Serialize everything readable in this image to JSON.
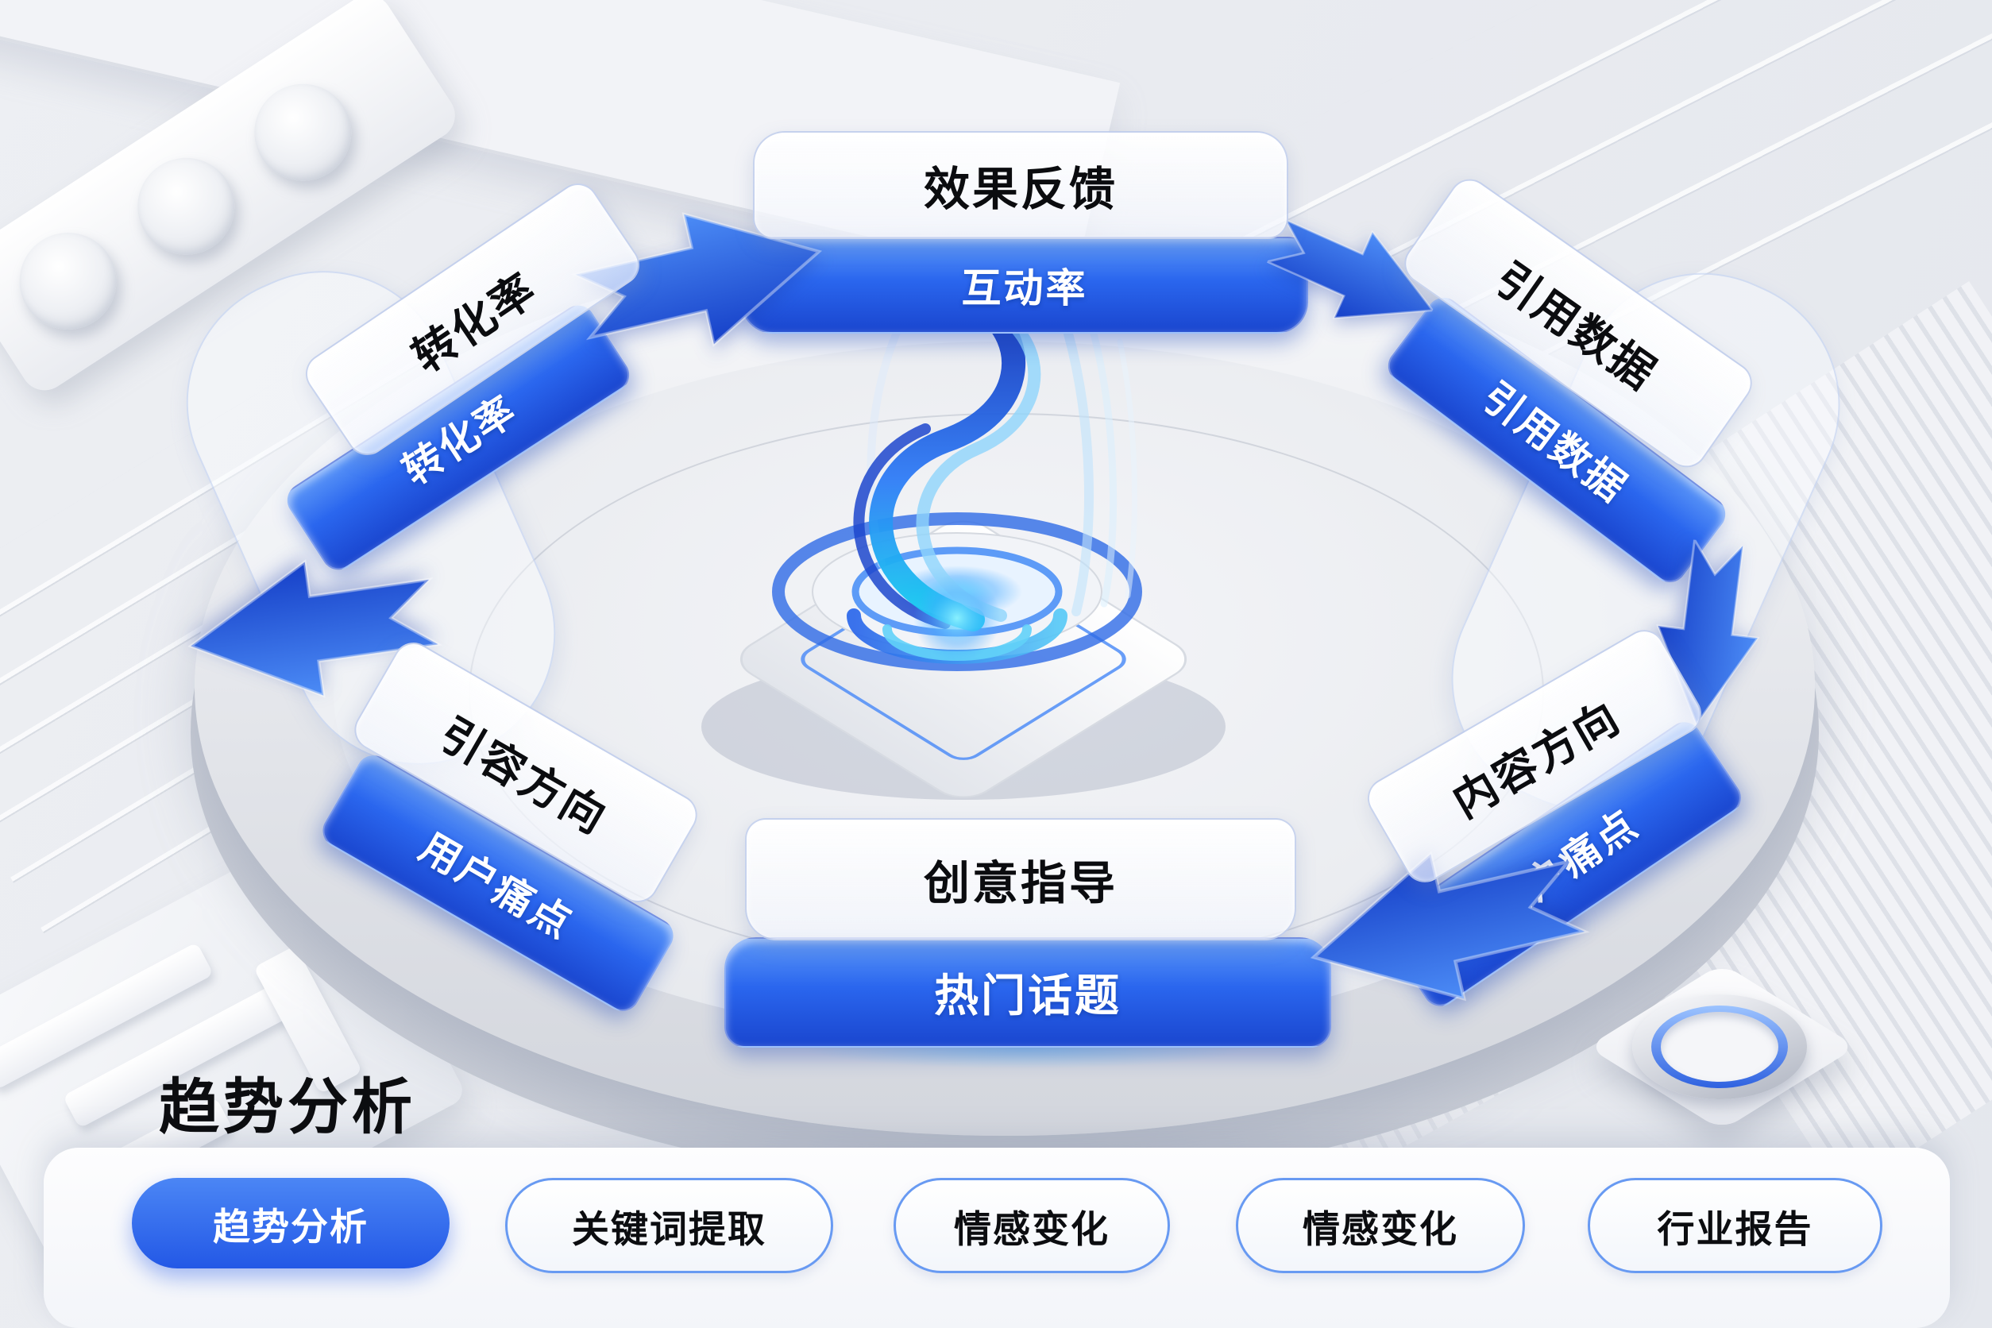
{
  "colors": {
    "accent_blue": "#2563eb",
    "band_blue_light": "#5d98f8",
    "band_blue_dark": "#1a46cf",
    "background": "#e9ebf0"
  },
  "cycle": {
    "segments": [
      {
        "position": "top",
        "outer_label": "效果反馈",
        "inner_label": "互动率"
      },
      {
        "position": "upper-left",
        "outer_label": "转化率",
        "inner_label": "转化率"
      },
      {
        "position": "upper-right",
        "outer_label": "引用数据",
        "inner_label": "引用数据"
      },
      {
        "position": "lower-left",
        "outer_label": "引容方向",
        "inner_label": "用户痛点"
      },
      {
        "position": "lower-right",
        "outer_label": "内容方向",
        "inner_label": "用户痛点"
      },
      {
        "position": "bottom",
        "outer_label": "创意指导",
        "inner_label": "热门话题"
      }
    ],
    "flow_arrows": [
      "top-left",
      "top-right",
      "right",
      "bottom-right",
      "left"
    ]
  },
  "panel": {
    "heading": "趋势分析",
    "tabs": [
      {
        "label": "趋势分析",
        "active": true
      },
      {
        "label": "关键词提取",
        "active": false
      },
      {
        "label": "情感变化",
        "active": false
      },
      {
        "label": "情感变化",
        "active": false
      },
      {
        "label": "行业报告",
        "active": false
      }
    ]
  }
}
